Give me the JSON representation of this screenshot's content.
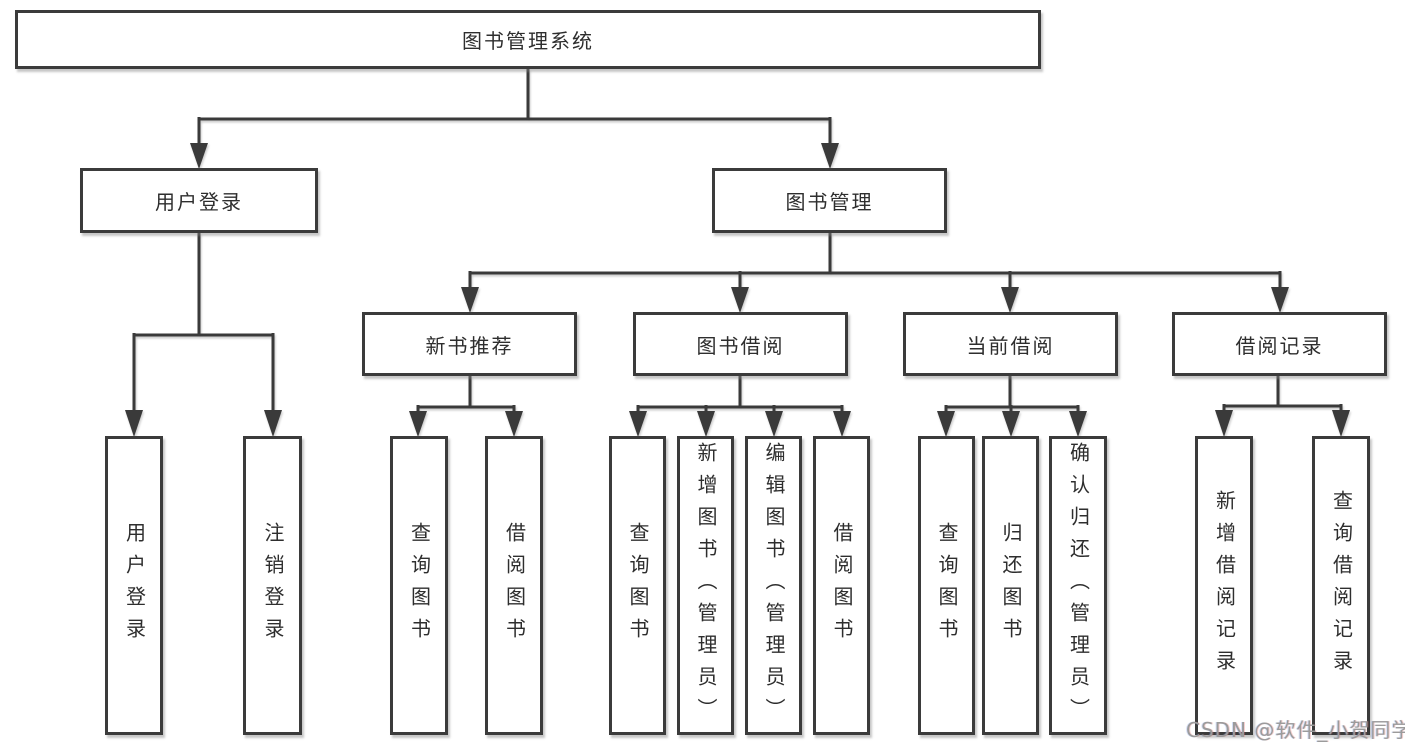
{
  "tree": {
    "root": "图书管理系统",
    "branches": [
      {
        "label": "用户登录",
        "children": [
          "用户登录",
          "注销登录"
        ]
      },
      {
        "label": "图书管理",
        "groups": [
          {
            "label": "新书推荐",
            "children": [
              "查询图书",
              "借阅图书"
            ]
          },
          {
            "label": "图书借阅",
            "children": [
              "查询图书",
              "新增图书（管理员）",
              "编辑图书（管理员）",
              "借阅图书"
            ]
          },
          {
            "label": "当前借阅",
            "children": [
              "查询图书",
              "归还图书",
              "确认归还（管理员）"
            ]
          },
          {
            "label": "借阅记录",
            "children": [
              "新增借阅记录",
              "查询借阅记录"
            ]
          }
        ]
      }
    ]
  },
  "watermark": {
    "text": "CSDN @软件_小贺同学"
  },
  "colors": {
    "line": "#3a3a3a",
    "box_border": "#3b3b3b",
    "text": "#2e2e2e",
    "watermark": "#9b9b9b",
    "background": "#ffffff"
  }
}
